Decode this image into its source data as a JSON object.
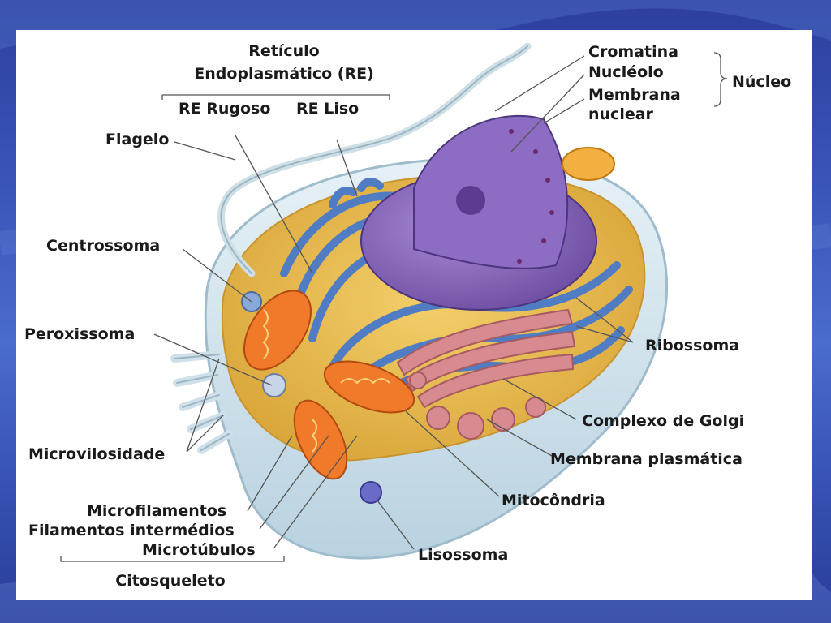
{
  "labels": {
    "reticulo_line1": "Retículo",
    "reticulo_line2": "Endoplasmático (RE)",
    "re_rugoso": "RE Rugoso",
    "re_liso": "RE Liso",
    "flagelo": "Flagelo",
    "centrossoma": "Centrossoma",
    "peroxissoma": "Peroxissoma",
    "microvilosidade": "Microvilosidade",
    "microfilamentos": "Microfilamentos",
    "filamentos_intermedios": "Filamentos intermédios",
    "microtubulos": "Microtúbulos",
    "citosqueleto": "Citosqueleto",
    "cromatina": "Cromatina",
    "nucleolo": "Nucléolo",
    "membrana_nuclear_line1": "Membrana",
    "membrana_nuclear_line2": "nuclear",
    "nucleo": "Núcleo",
    "ribossoma": "Ribossoma",
    "complexo_golgi": "Complexo de Golgi",
    "membrana_plasmatica": "Membrana plasmática",
    "mitocondria": "Mitocôndria",
    "lisossoma": "Lisossoma"
  },
  "colors": {
    "cytoplasm": "#e8b94a",
    "er": "#5a86c8",
    "nucleus": "#8a62b8",
    "golgi": "#d98a8f",
    "mitochondria": "#f07a2a",
    "membrane": "#cfe3ee"
  }
}
